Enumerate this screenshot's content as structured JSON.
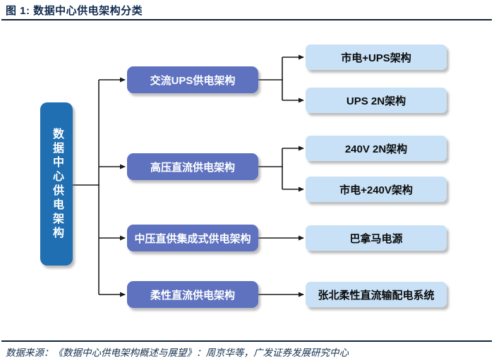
{
  "figure": {
    "title": "图 1:  数据中心供电架构分类",
    "source": "数据来源：《数据中心供电架构概述与展望》：周京华等，广发证券发展研究中心"
  },
  "colors": {
    "title_navy": "#112C4F",
    "root_fill": "#1F6FB2",
    "branch_fill": "#5E72BF",
    "leaf_fill": "#C8E1F6",
    "connector_line": "#1A1A1A"
  },
  "tree": {
    "root": "数据中心供电架构",
    "branches": [
      {
        "label": "交流UPS供电架构",
        "children": [
          {
            "label": "市电+UPS架构"
          },
          {
            "label": "UPS 2N架构"
          }
        ]
      },
      {
        "label": "高压直流供电架构",
        "children": [
          {
            "label": "240V 2N架构"
          },
          {
            "label": "市电+240V架构"
          }
        ]
      },
      {
        "label": "中压直供集成式供电架构",
        "children": [
          {
            "label": "巴拿马电源"
          }
        ]
      },
      {
        "label": "柔性直流供电架构",
        "children": [
          {
            "label": "张北柔性直流输配电系统"
          }
        ]
      }
    ]
  }
}
